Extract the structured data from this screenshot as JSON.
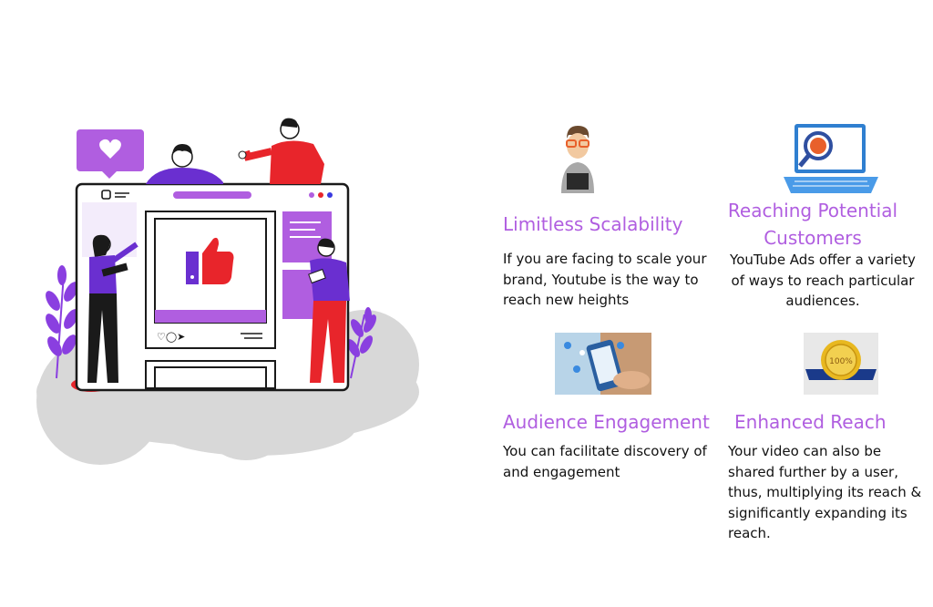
{
  "features": [
    {
      "icon": "developer-at-laptop-icon",
      "title": "Limitless Scalability",
      "text": "If you are facing to scale your brand, Youtube is the way to reach new heights"
    },
    {
      "icon": "laptop-search-icon",
      "title_line1": "Reaching Potential",
      "title_line2": "Customers",
      "text_line1": "YouTube Ads offer a variety",
      "text_line2": "of ways to reach particular",
      "text_line3": "audiences."
    },
    {
      "icon": "phone-social-photo-icon",
      "title": "Audience Engagement",
      "text_line1": "You can facilitate discovery of",
      "text_line2": "and engagement"
    },
    {
      "icon": "satisfaction-badge-icon",
      "badge_text": "100%",
      "title": "Enhanced Reach",
      "text_line1": "Your video can also be",
      "text_line2": "shared further by a user,",
      "text_line3": "thus, multiplying its reach &",
      "text_line4": "significantly expanding its",
      "text_line5": "reach."
    }
  ],
  "colors": {
    "heading": "#b05ee0",
    "purple": "#8a3fe0",
    "red": "#e8252b"
  }
}
